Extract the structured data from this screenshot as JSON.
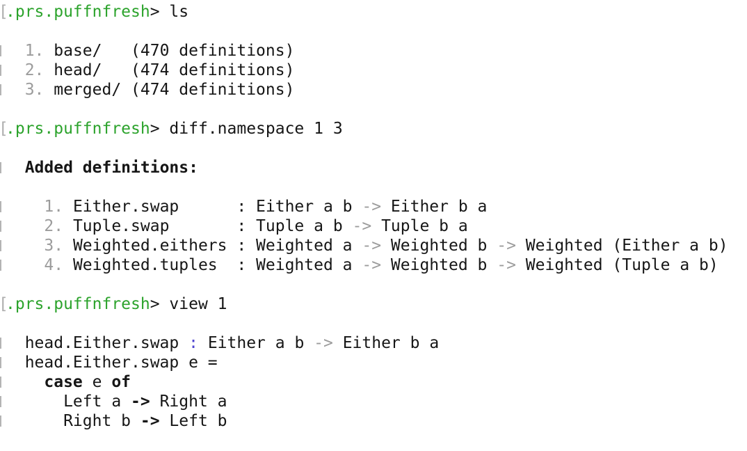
{
  "app": {
    "name": "unison-codebase-manager-terminal"
  },
  "colors": {
    "background": "#ffffff",
    "text": "#161616",
    "prompt_green": "#2ca32c",
    "muted_gray": "#9c9c9c",
    "bracket_gray": "#aeaeae",
    "signature_colon_blue": "#4f46d0"
  },
  "terminal": {
    "prompt_namespace": ".prs.puffnfresh",
    "commands": [
      "ls",
      "diff.namespace 1 3",
      "view 1"
    ],
    "lines": [
      {
        "name": "prompt-line-ls",
        "segments": [
          {
            "text": "[",
            "color": "bracket",
            "bracket": true,
            "name": "cropped-bracket"
          },
          {
            "text": ".prs.puffnfresh",
            "color": "green",
            "name": "prompt-namespace"
          },
          {
            "text": "> ",
            "name": "prompt-caret"
          },
          {
            "text": "ls",
            "name": "command-ls"
          }
        ]
      },
      {
        "name": "blank-line",
        "segments": []
      },
      {
        "name": "ls-result-row",
        "sliver": true,
        "segments": [
          {
            "text": "  "
          },
          {
            "text": "1.",
            "color": "muted",
            "name": "list-number"
          },
          {
            "text": " base/   (470 definitions)",
            "name": "namespace-entry"
          }
        ]
      },
      {
        "name": "ls-result-row",
        "sliver": true,
        "segments": [
          {
            "text": "  "
          },
          {
            "text": "2.",
            "color": "muted",
            "name": "list-number"
          },
          {
            "text": " head/   (474 definitions)",
            "name": "namespace-entry"
          }
        ]
      },
      {
        "name": "ls-result-row",
        "sliver": true,
        "segments": [
          {
            "text": "  "
          },
          {
            "text": "3.",
            "color": "muted",
            "name": "list-number"
          },
          {
            "text": " merged/ (474 definitions)",
            "name": "namespace-entry"
          }
        ]
      },
      {
        "name": "blank-line",
        "segments": []
      },
      {
        "name": "prompt-line-diff-namespace",
        "segments": [
          {
            "text": "[",
            "color": "bracket",
            "bracket": true,
            "name": "cropped-bracket"
          },
          {
            "text": ".prs.puffnfresh",
            "color": "green",
            "name": "prompt-namespace"
          },
          {
            "text": "> ",
            "name": "prompt-caret"
          },
          {
            "text": "diff.namespace 1 3",
            "name": "command-diff-namespace"
          }
        ]
      },
      {
        "name": "blank-line",
        "segments": []
      },
      {
        "name": "added-definitions-heading-row",
        "sliver": true,
        "segments": [
          {
            "text": "  "
          },
          {
            "text": "Added definitions:",
            "bold": true,
            "name": "added-definitions-heading"
          }
        ]
      },
      {
        "name": "blank-line",
        "segments": []
      },
      {
        "name": "added-definition-row",
        "sliver": true,
        "segments": [
          {
            "text": "    "
          },
          {
            "text": "1.",
            "color": "muted",
            "name": "list-number"
          },
          {
            "text": " Either.swap      : Either a b ",
            "name": "definition-signature"
          },
          {
            "text": "->",
            "color": "muted",
            "name": "type-arrow"
          },
          {
            "text": " Either b a",
            "name": "definition-signature"
          }
        ]
      },
      {
        "name": "added-definition-row",
        "sliver": true,
        "segments": [
          {
            "text": "    "
          },
          {
            "text": "2.",
            "color": "muted",
            "name": "list-number"
          },
          {
            "text": " Tuple.swap       : Tuple a b ",
            "name": "definition-signature"
          },
          {
            "text": "->",
            "color": "muted",
            "name": "type-arrow"
          },
          {
            "text": " Tuple b a",
            "name": "definition-signature"
          }
        ]
      },
      {
        "name": "added-definition-row",
        "sliver": true,
        "segments": [
          {
            "text": "    "
          },
          {
            "text": "3.",
            "color": "muted",
            "name": "list-number"
          },
          {
            "text": " Weighted.eithers : Weighted a ",
            "name": "definition-signature"
          },
          {
            "text": "->",
            "color": "muted",
            "name": "type-arrow"
          },
          {
            "text": " Weighted b ",
            "name": "definition-signature"
          },
          {
            "text": "->",
            "color": "muted",
            "name": "type-arrow"
          },
          {
            "text": " Weighted (Either a b)",
            "name": "definition-signature"
          }
        ]
      },
      {
        "name": "added-definition-row",
        "sliver": true,
        "segments": [
          {
            "text": "    "
          },
          {
            "text": "4.",
            "color": "muted",
            "name": "list-number"
          },
          {
            "text": " Weighted.tuples  : Weighted a ",
            "name": "definition-signature"
          },
          {
            "text": "->",
            "color": "muted",
            "name": "type-arrow"
          },
          {
            "text": " Weighted b ",
            "name": "definition-signature"
          },
          {
            "text": "->",
            "color": "muted",
            "name": "type-arrow"
          },
          {
            "text": " Weighted (Tuple a b)",
            "name": "definition-signature"
          }
        ]
      },
      {
        "name": "blank-line",
        "segments": []
      },
      {
        "name": "prompt-line-view",
        "segments": [
          {
            "text": "[",
            "color": "bracket",
            "bracket": true,
            "name": "cropped-bracket"
          },
          {
            "text": ".prs.puffnfresh",
            "color": "green",
            "name": "prompt-namespace"
          },
          {
            "text": "> ",
            "name": "prompt-caret"
          },
          {
            "text": "view 1",
            "name": "command-view"
          }
        ]
      },
      {
        "name": "blank-line",
        "segments": []
      },
      {
        "name": "view-signature-row",
        "sliver": true,
        "segments": [
          {
            "text": "  head.Either.swap ",
            "name": "term-name"
          },
          {
            "text": ":",
            "color": "blue",
            "name": "signature-colon"
          },
          {
            "text": " Either a b ",
            "name": "signature-type"
          },
          {
            "text": "->",
            "color": "muted",
            "name": "type-arrow"
          },
          {
            "text": " Either b a",
            "name": "signature-type"
          }
        ]
      },
      {
        "name": "view-definition-row",
        "sliver": true,
        "segments": [
          {
            "text": "  head.Either.swap e =",
            "name": "definition-lhs"
          }
        ]
      },
      {
        "name": "view-case-row",
        "sliver": true,
        "segments": [
          {
            "text": "    "
          },
          {
            "text": "case",
            "bold": true,
            "name": "keyword-case"
          },
          {
            "text": " e "
          },
          {
            "text": "of",
            "bold": true,
            "name": "keyword-of"
          }
        ]
      },
      {
        "name": "view-pattern-row",
        "sliver": true,
        "segments": [
          {
            "text": "      Left a ",
            "name": "pattern"
          },
          {
            "text": "->",
            "bold": true,
            "name": "pattern-arrow"
          },
          {
            "text": " Right a",
            "name": "pattern-result"
          }
        ]
      },
      {
        "name": "view-pattern-row",
        "sliver": true,
        "segments": [
          {
            "text": "      Right b ",
            "name": "pattern"
          },
          {
            "text": "->",
            "bold": true,
            "name": "pattern-arrow"
          },
          {
            "text": " Left b",
            "name": "pattern-result"
          }
        ]
      }
    ]
  }
}
